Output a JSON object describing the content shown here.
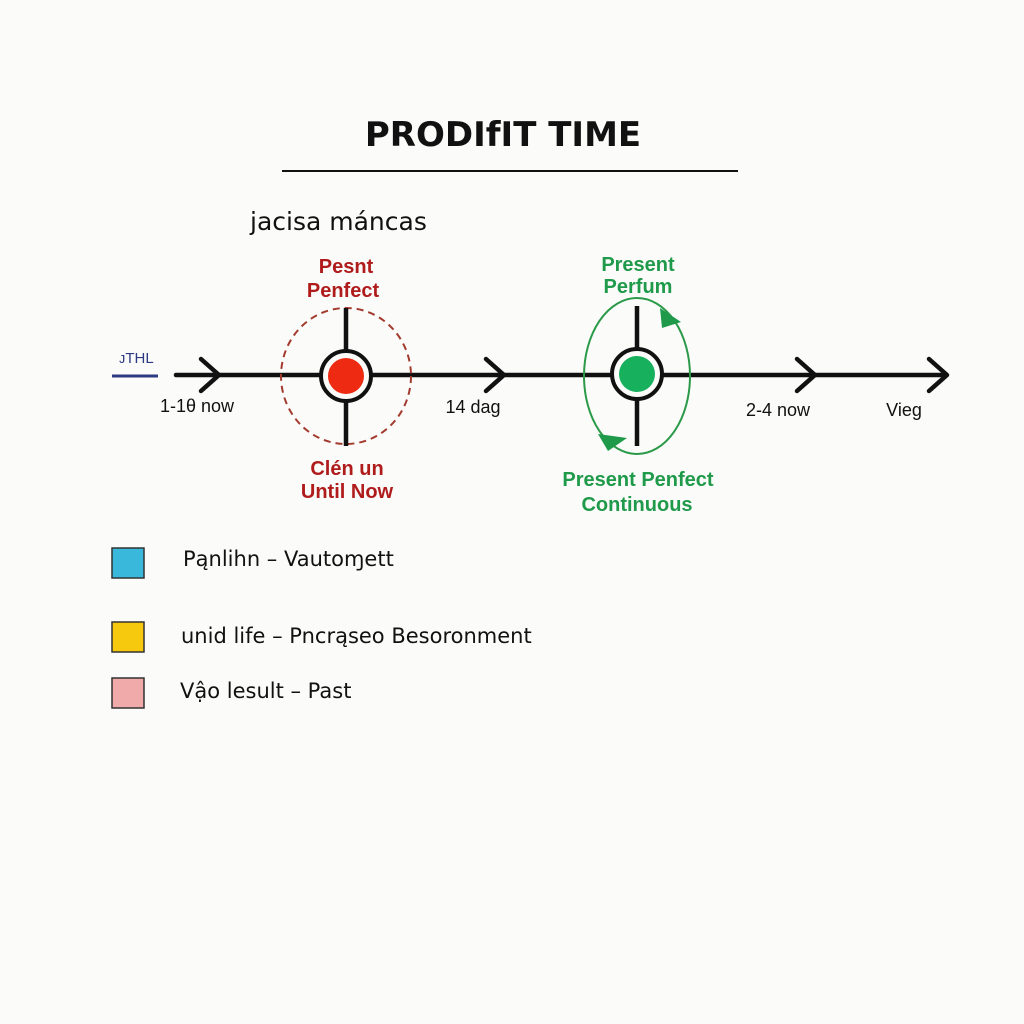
{
  "title": "PRODIfIT TIME",
  "subtitle": "jacisa máncas",
  "faint_label": "",
  "left_marker": "ᴊTHL",
  "timeline": {
    "tick_labels": [
      "1-1θ now",
      "14 dag",
      "2-4 now",
      "Vieg"
    ]
  },
  "nodes": {
    "red": {
      "label_above": [
        "Pesnt",
        "Penfect"
      ],
      "label_below": [
        "Clén un",
        "Until Now"
      ]
    },
    "green": {
      "label_above": [
        "Present",
        "Perfum"
      ],
      "label_below": [
        "Present Penfect",
        "Continuous"
      ]
    }
  },
  "legend": [
    {
      "text": "Pąnlihn – Vautoɱett"
    },
    {
      "text": "unid life – Pncrąseo Besoronment"
    },
    {
      "text": "Vậo lesult – Past"
    }
  ],
  "colors": {
    "ink": "#111111",
    "red_text": "#b01c1c",
    "red_dot": "#ee2a12",
    "red_dash": "#a33a2e",
    "green_text": "#1f9a4a",
    "green_dot": "#17b05d",
    "green_ring": "#2a9a48",
    "marker_blue": "#2b3a82",
    "legend_blue": "#3ab8dc",
    "legend_yellow": "#f6c90e",
    "legend_pink": "#f0aaaa"
  }
}
